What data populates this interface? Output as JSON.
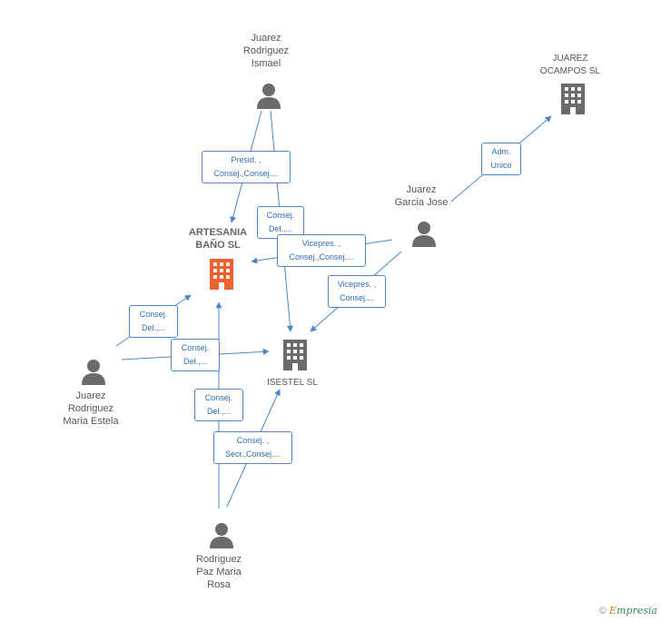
{
  "nodes": {
    "juarez_ismael": {
      "lines": [
        "Juarez",
        "Rodriguez",
        "Ismael"
      ],
      "type": "person",
      "icon": "person-icon"
    },
    "juarez_ocampos": {
      "lines": [
        "JUAREZ",
        "OCAMPOS SL"
      ],
      "type": "company",
      "icon": "building-icon"
    },
    "artesania": {
      "lines": [
        "ARTESANIA",
        "BAÑO SL"
      ],
      "type": "company-focus",
      "icon": "building-icon"
    },
    "juarez_garcia": {
      "lines": [
        "Juarez",
        "Garcia Jose"
      ],
      "type": "person",
      "icon": "person-icon"
    },
    "isestel": {
      "lines": [
        "ISESTEL SL"
      ],
      "type": "company",
      "icon": "building-icon"
    },
    "juarez_maria": {
      "lines": [
        "Juarez",
        "Rodriguez",
        "Maria Estela"
      ],
      "type": "person",
      "icon": "person-icon"
    },
    "rodriguez_rosa": {
      "lines": [
        "Rodriguez",
        "Paz Maria",
        "Rosa"
      ],
      "type": "person",
      "icon": "person-icon"
    }
  },
  "edges": [
    {
      "lines": [
        "Presid. ,",
        "Consej.,Consej...."
      ]
    },
    {
      "lines": [
        "Consej.",
        "Del.,..."
      ]
    },
    {
      "lines": [
        "Adm.",
        "Unico"
      ]
    },
    {
      "lines": [
        "Vicepres. ,",
        "Consej.,Consej...."
      ]
    },
    {
      "lines": [
        "Vicepres. ,",
        "Consej...."
      ]
    },
    {
      "lines": [
        "Consej.",
        "Del.,..."
      ]
    },
    {
      "lines": [
        "Consej.",
        "Del.,..."
      ]
    },
    {
      "lines": [
        "Consej.",
        "Del.,..."
      ]
    },
    {
      "lines": [
        "Consej. ,",
        "Secr.,Consej...."
      ]
    }
  ],
  "colors": {
    "edge": "#4a86c8",
    "focus": "#f0622d",
    "icon": "#6b6b6b"
  },
  "footer": {
    "copyright": "©",
    "brand_first": "E",
    "brand_rest": "mpresia"
  }
}
